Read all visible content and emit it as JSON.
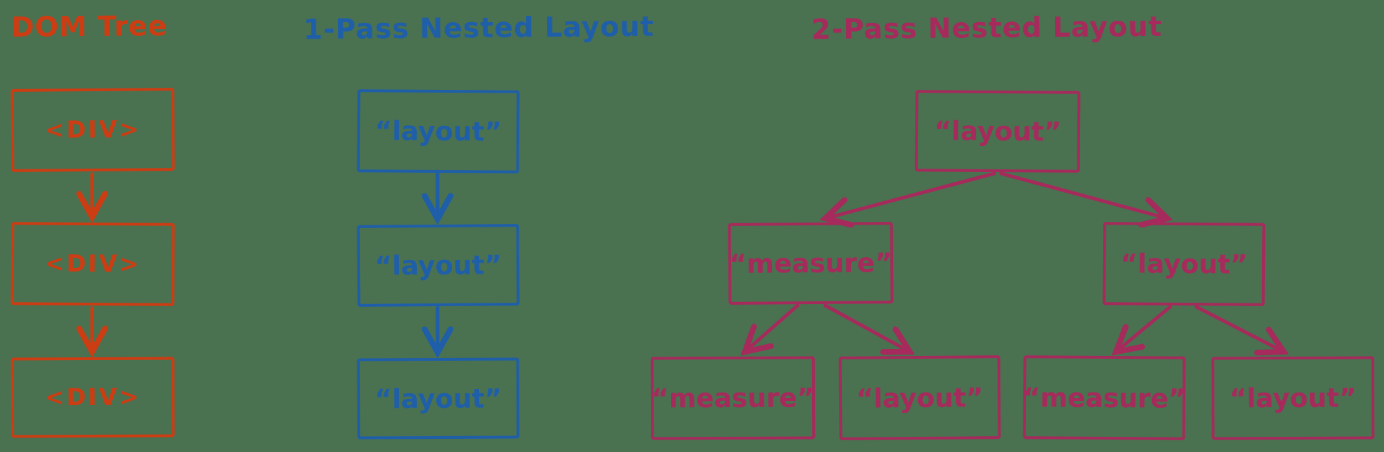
{
  "colors": {
    "background": "#4A7150",
    "orange": "#CC3D13",
    "blue": "#1F5FA9",
    "pink": "#A62A5B"
  },
  "diagrams": {
    "dom_tree": {
      "title": "DOM Tree",
      "nodes": [
        {
          "label": "<DIV>"
        },
        {
          "label": "<DIV>"
        },
        {
          "label": "<DIV>"
        }
      ]
    },
    "one_pass": {
      "title": "1-Pass Nested Layout",
      "nodes": [
        {
          "label": "“layout”"
        },
        {
          "label": "“layout”"
        },
        {
          "label": "“layout”"
        }
      ]
    },
    "two_pass": {
      "title": "2-Pass Nested Layout",
      "root": {
        "label": "“layout”"
      },
      "level2": [
        {
          "label": "“measure”"
        },
        {
          "label": "“layout”"
        }
      ],
      "leaves": [
        {
          "label": "“measure”"
        },
        {
          "label": "“layout”"
        },
        {
          "label": "“measure”"
        },
        {
          "label": "“layout”"
        }
      ]
    }
  }
}
